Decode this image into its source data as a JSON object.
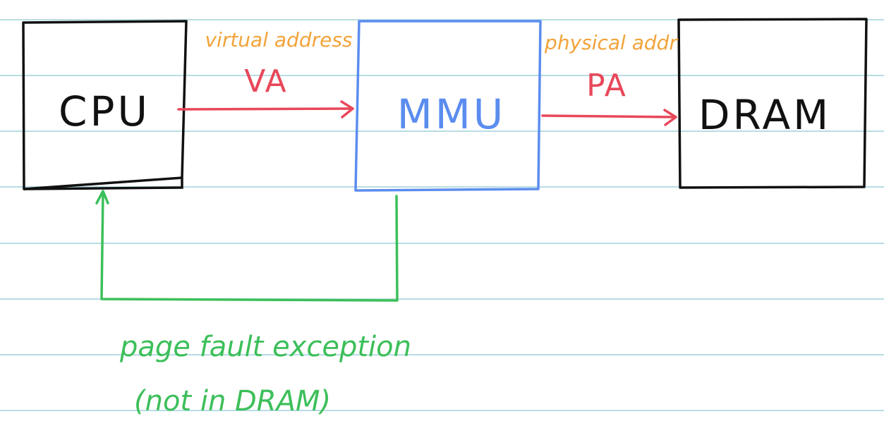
{
  "colors": {
    "rule_line": "#b7dde4",
    "black": "#111111",
    "blue": "#5b8def",
    "red": "#e8485a",
    "orange": "#f2a33a",
    "green": "#3cbf5a"
  },
  "boxes": {
    "cpu": {
      "label": "CPU"
    },
    "mmu": {
      "label": "MMU"
    },
    "dram": {
      "label": "DRAM"
    }
  },
  "arrows": {
    "cpu_to_mmu": {
      "caption": "virtual address",
      "abbr": "VA"
    },
    "mmu_to_dram": {
      "caption": "physical addr",
      "abbr": "PA"
    },
    "mmu_to_cpu": {
      "note_line1": "page fault exception",
      "note_line2": "(not in DRAM)"
    }
  }
}
